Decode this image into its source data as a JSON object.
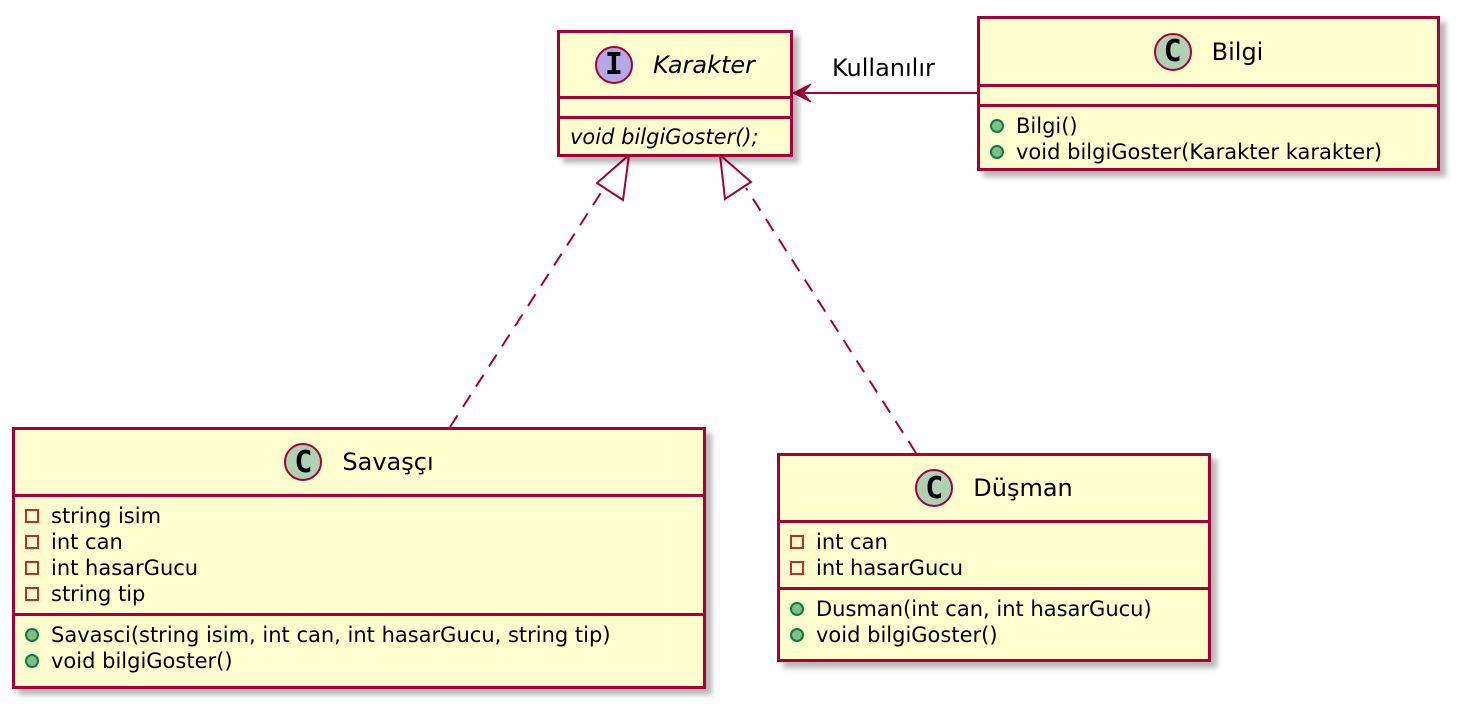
{
  "diagram": {
    "classes": {
      "karakter": {
        "stereotype": "I",
        "name": "Karakter",
        "attributes": [],
        "methods": [
          {
            "visibility": "",
            "text": "void bilgiGoster();"
          }
        ]
      },
      "bilgi": {
        "stereotype": "C",
        "name": "Bilgi",
        "attributes": [],
        "methods": [
          {
            "visibility": "public",
            "text": "Bilgi()"
          },
          {
            "visibility": "public",
            "text": "void bilgiGoster(Karakter karakter)"
          }
        ]
      },
      "savasci": {
        "stereotype": "C",
        "name": "Savaşçı",
        "attributes": [
          {
            "visibility": "private",
            "text": "string isim"
          },
          {
            "visibility": "private",
            "text": "int can"
          },
          {
            "visibility": "private",
            "text": "int hasarGucu"
          },
          {
            "visibility": "private",
            "text": "string tip"
          }
        ],
        "methods": [
          {
            "visibility": "public",
            "text": "Savasci(string isim, int can, int hasarGucu, string tip)"
          },
          {
            "visibility": "public",
            "text": "void bilgiGoster()"
          }
        ]
      },
      "dusman": {
        "stereotype": "C",
        "name": "Düşman",
        "attributes": [
          {
            "visibility": "private",
            "text": "int can"
          },
          {
            "visibility": "private",
            "text": "int hasarGucu"
          }
        ],
        "methods": [
          {
            "visibility": "public",
            "text": "Dusman(int can, int hasarGucu)"
          },
          {
            "visibility": "public",
            "text": "void bilgiGoster()"
          }
        ]
      }
    },
    "relations": {
      "uses_label": "Kullanılır"
    },
    "colors": {
      "box_fill": "#fefece",
      "border": "#a80036",
      "class_badge": "#add1b2",
      "interface_badge": "#b4a7e5",
      "private_marker": "#c82930",
      "public_marker": "#84be84"
    }
  }
}
